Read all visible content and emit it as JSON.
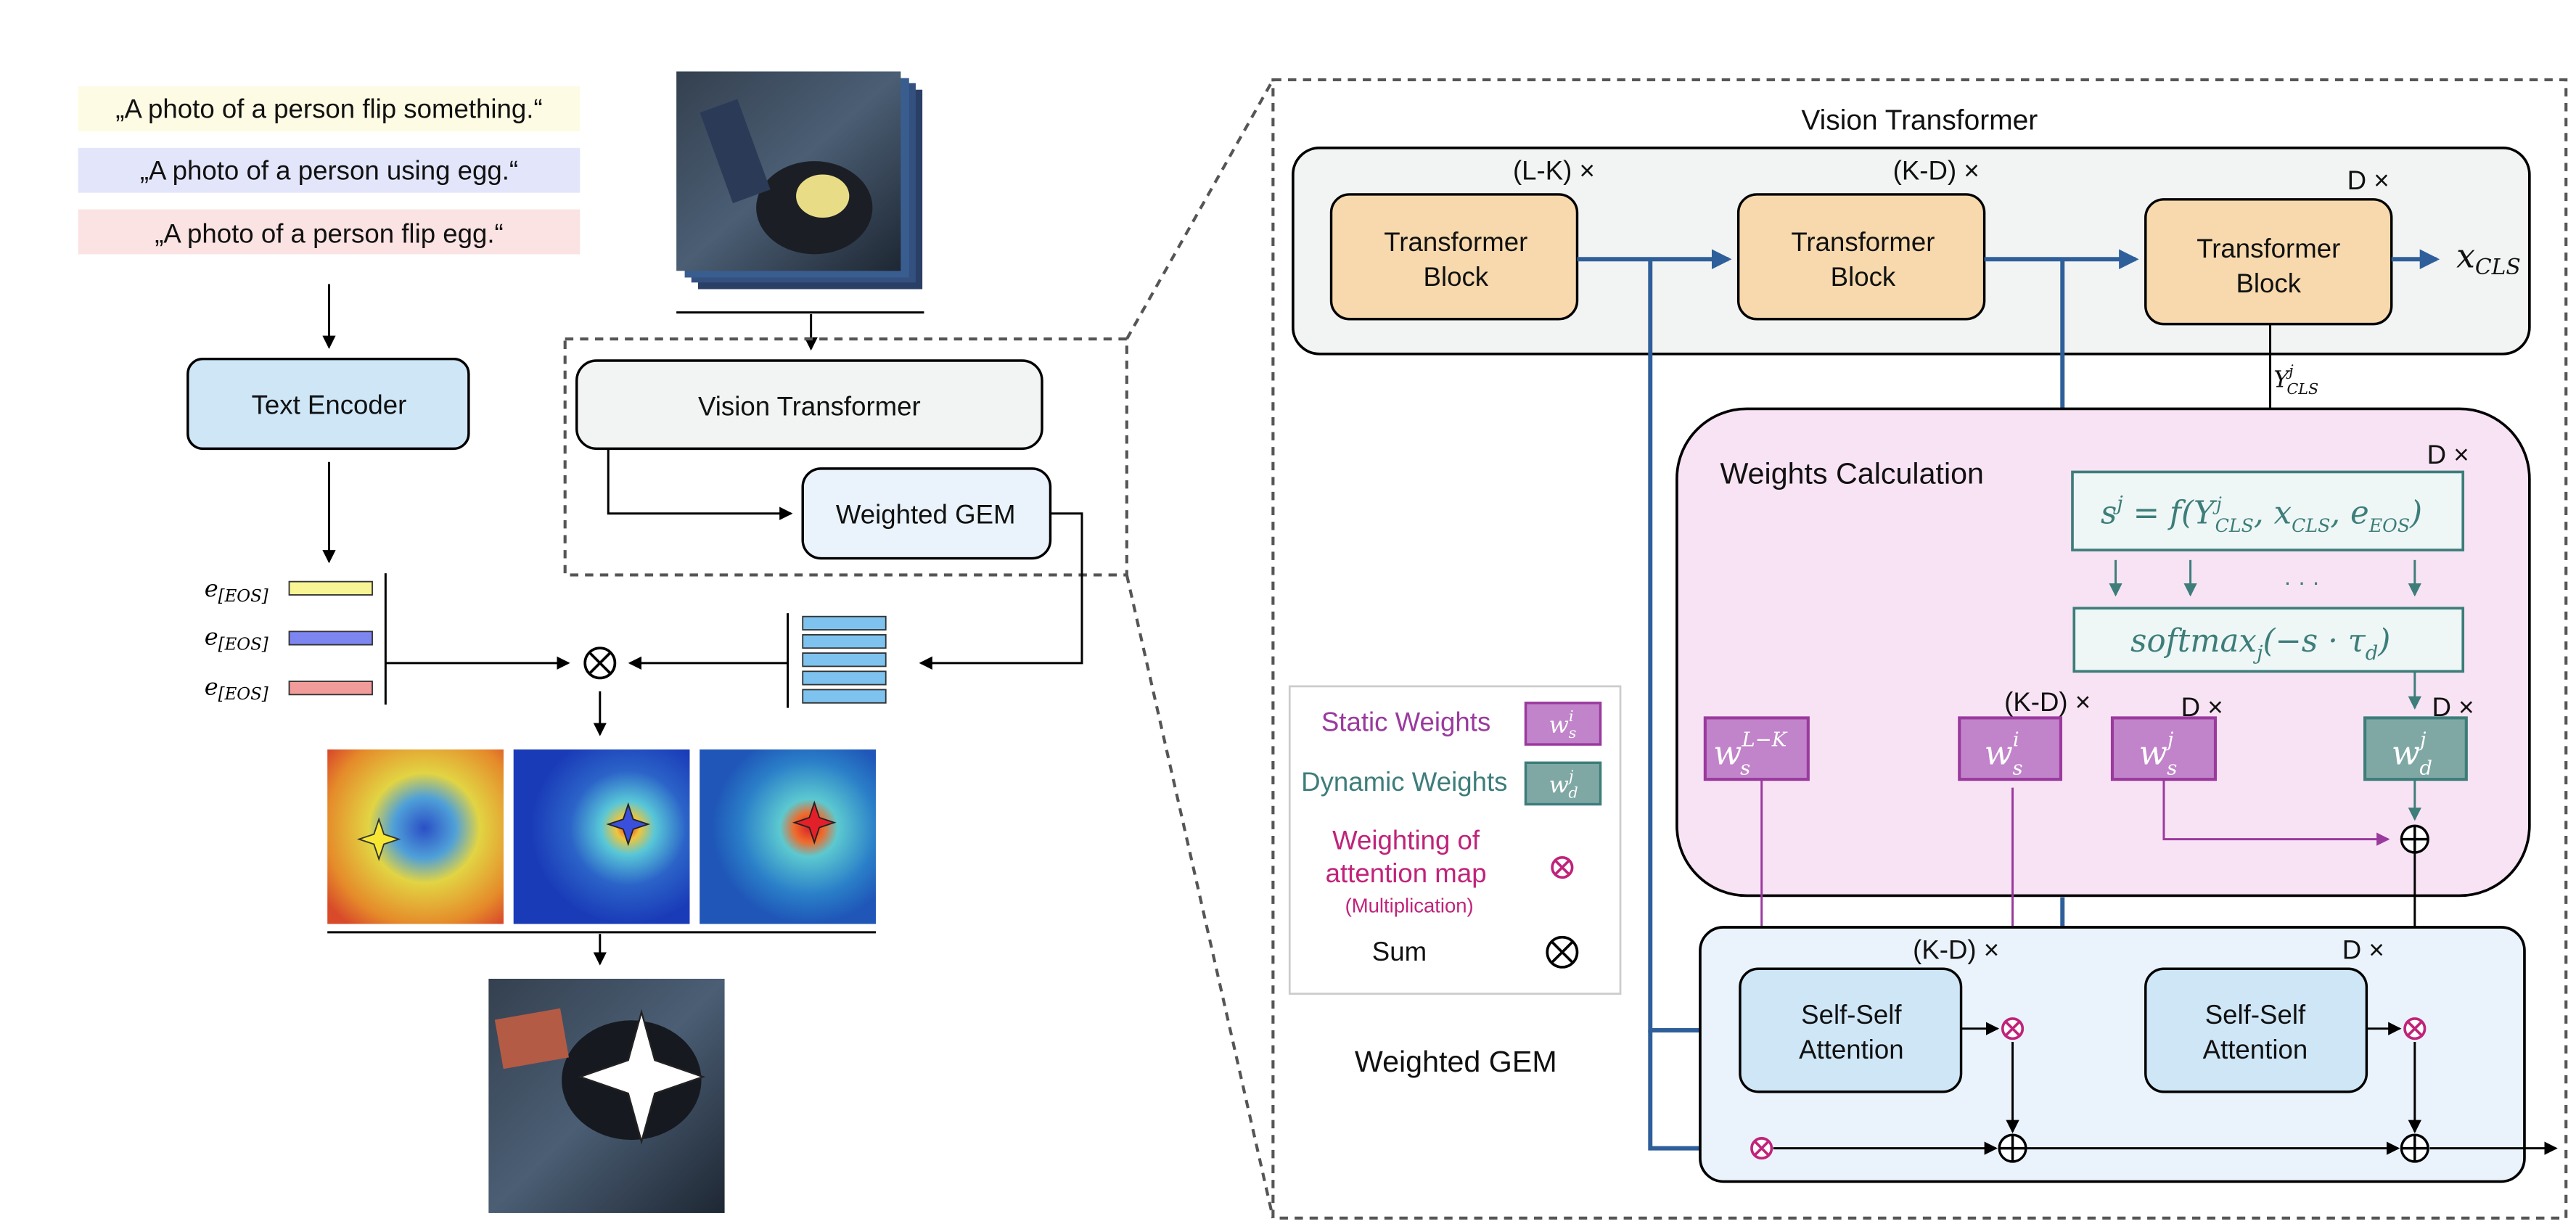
{
  "prompts": [
    {
      "text": "„A photo of a person flip something.“",
      "color": "#fdfbe3"
    },
    {
      "text": "„A photo of a person using egg.“",
      "color": "#e3e6fb"
    },
    {
      "text": "„A photo of a person flip egg.“",
      "color": "#fbe3e3"
    }
  ],
  "text_encoder": "Text Encoder",
  "eos": {
    "base": "e",
    "sub": "[EOS]"
  },
  "eos_colors": [
    "#f9f595",
    "#7d86f0",
    "#f29b9b"
  ],
  "overview": {
    "vit": "Vision Transformer",
    "wgem": "Weighted GEM"
  },
  "detail": {
    "vit_title": "Vision Transformer",
    "block_line1": "Transformer",
    "block_line2": "Block",
    "counts": [
      "(L-K) ×",
      "(K-D) ×",
      "D ×"
    ],
    "xcls": {
      "base": "x",
      "sub": "CLS"
    },
    "ycls": {
      "base": "Y",
      "sup": "j",
      "sub": "CLS"
    },
    "weights_calc": "Weights Calculation",
    "wc_count": "D ×",
    "formula_s": "sʲ = f(Yʲ_CLS, x_CLS, e_EOS)",
    "formula_s_parts": {
      "s": "s",
      "j": "j",
      "eq": " = f(",
      "Y": "Y",
      "CLS": "CLS",
      "comma1": ", ",
      "x": "x",
      "comma2": ", ",
      "e": "e",
      "EOS": "EOS",
      "close": ")"
    },
    "dots": "· · ·",
    "softmax_parts": {
      "fn": "softmax",
      "j": "j",
      "body": "(−s · τ",
      "d": "d",
      "close": ")"
    },
    "w_labels": {
      "wsLK": {
        "base": "w",
        "sub": "s",
        "sup": "L−K"
      },
      "wsi": {
        "base": "w",
        "sub": "s",
        "sup": "i"
      },
      "wsj": {
        "base": "w",
        "sub": "s",
        "sup": "j"
      },
      "wdj": {
        "base": "w",
        "sub": "d",
        "sup": "j"
      }
    },
    "w_counts": [
      "(K-D) ×",
      "D ×",
      "D ×"
    ],
    "ssa_line1": "Self-Self",
    "ssa_line2": "Attention",
    "wgem_counts": [
      "(K-D) ×",
      "D ×"
    ],
    "wgem_title": "Weighted GEM"
  },
  "legend": {
    "static": "Static Weights",
    "dynamic": "Dynamic Weights",
    "weighting_line1": "Weighting of",
    "weighting_line2": "attention map",
    "weighting_line3": "(Multiplication)",
    "sum": "Sum",
    "ws": {
      "base": "w",
      "sub": "s",
      "sup": "i"
    },
    "wd": {
      "base": "w",
      "sub": "d",
      "sup": "j"
    }
  },
  "colors": {
    "blue_arrow": "#2f5f9a",
    "purple": "#9a3a9e",
    "purple_fill": "#c183c9",
    "teal": "#3d7d7a",
    "teal_fill": "#7fa8a5",
    "orange_fill": "#f7d9ad",
    "light_blue_fill": "#cfe6f7",
    "pink_bg": "#f8e3f4",
    "gray_bg": "#f2f3f3",
    "magenta": "#c0237a"
  }
}
